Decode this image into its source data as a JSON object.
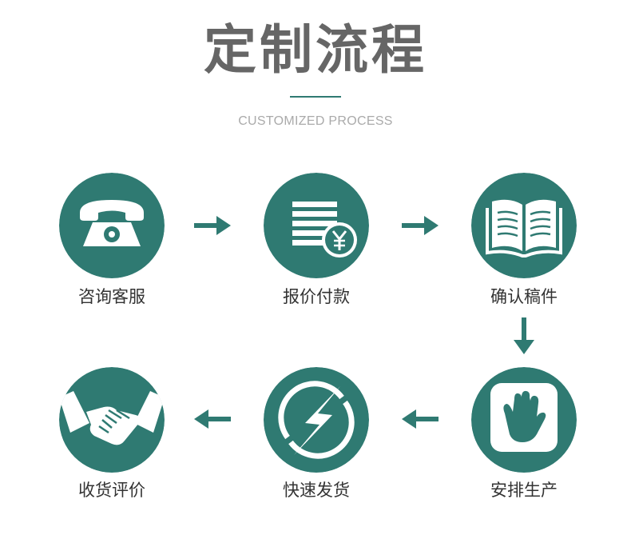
{
  "header": {
    "title": "定制流程",
    "subtitle": "CUSTOMIZED PROCESS"
  },
  "colors": {
    "accent": "#2f7a72",
    "title_text": "#666666",
    "subtitle_text": "#aaaaaa",
    "label_text": "#333333"
  },
  "steps": [
    {
      "label": "咨询客服",
      "icon": "telephone-icon"
    },
    {
      "label": "报价付款",
      "icon": "payment-yen-icon"
    },
    {
      "label": "确认稿件",
      "icon": "open-book-icon"
    },
    {
      "label": "安排生产",
      "icon": "hand-icon"
    },
    {
      "label": "快速发货",
      "icon": "lightning-icon"
    },
    {
      "label": "收货评价",
      "icon": "handshake-icon"
    }
  ],
  "flow": [
    "right",
    "right",
    "down",
    "left",
    "left"
  ]
}
